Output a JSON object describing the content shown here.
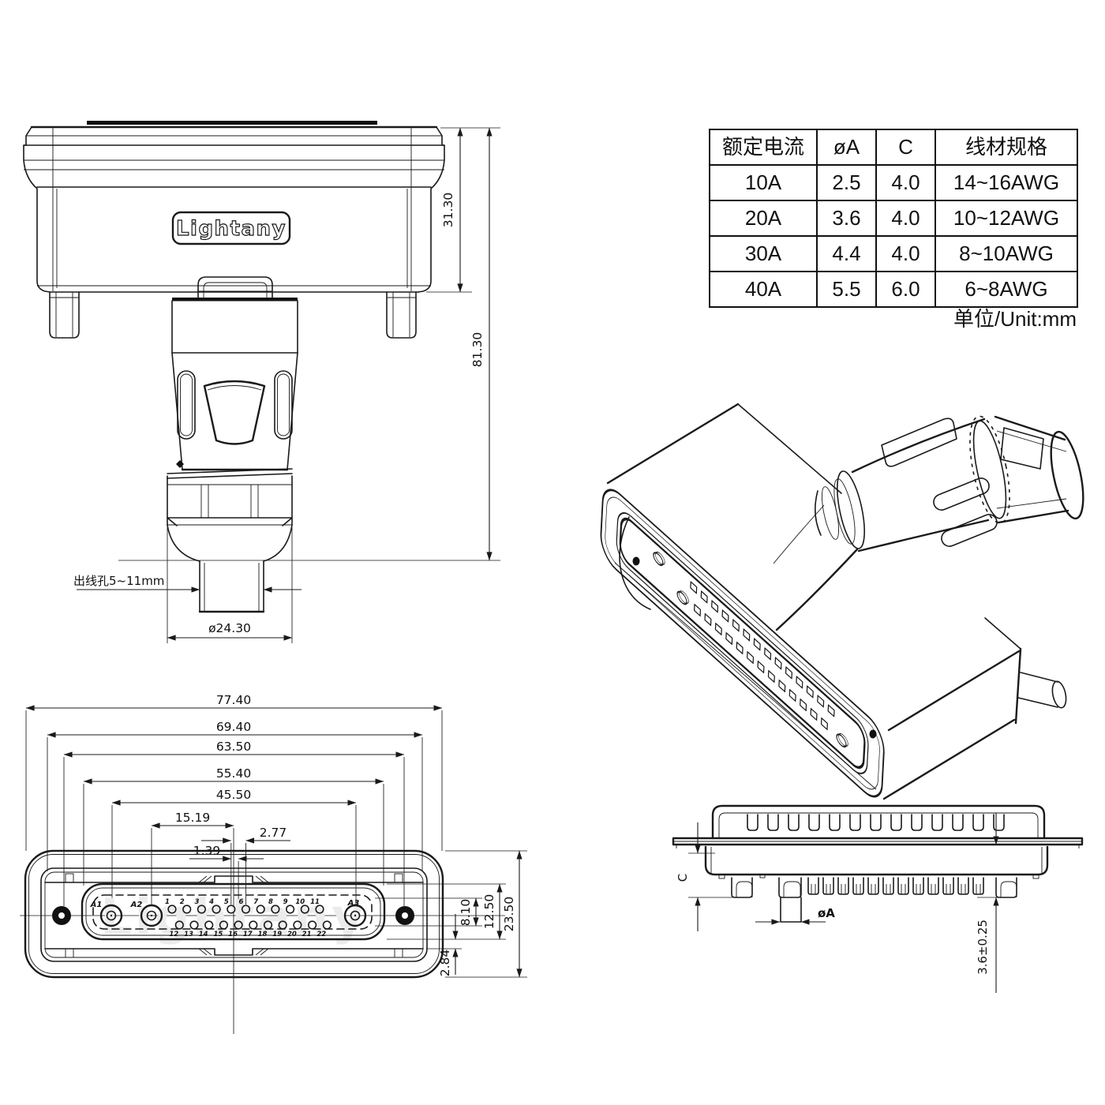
{
  "brand": "Lightany",
  "watermark": "Lightany",
  "spec_table": {
    "headers": [
      "额定电流",
      "øA",
      "C",
      "线材规格"
    ],
    "rows": [
      [
        "10A",
        "2.5",
        "4.0",
        "14~16AWG"
      ],
      [
        "20A",
        "3.6",
        "4.0",
        "10~12AWG"
      ],
      [
        "30A",
        "4.4",
        "4.0",
        "8~10AWG"
      ],
      [
        "40A",
        "5.5",
        "6.0",
        "6~8AWG"
      ]
    ],
    "unit_note": "单位/Unit:mm"
  },
  "front_view": {
    "logo": "Lightany",
    "dim_hood_height": "31.30",
    "dim_total_height": "81.30",
    "cable_hole_label": "出线孔5~11mm",
    "dim_gland_diameter": "ø24.30"
  },
  "face_view": {
    "width_dims": [
      "77.40",
      "69.40",
      "63.50",
      "55.40",
      "45.50",
      "15.19",
      "2.77",
      "1.39"
    ],
    "height_dims": [
      "8.10",
      "12.50",
      "23.50",
      "2.84"
    ],
    "contact_labels": [
      "A1",
      "A2",
      "A3"
    ],
    "top_pins": [
      "1",
      "2",
      "3",
      "4",
      "5",
      "6",
      "7",
      "8",
      "9",
      "10",
      "11"
    ],
    "bottom_pins": [
      "12",
      "13",
      "14",
      "15",
      "16",
      "17",
      "18",
      "19",
      "20",
      "21",
      "22"
    ]
  },
  "side_view": {
    "dim_c": "C",
    "dim_dia": "øA",
    "dim_depth": "3.6±0.25"
  }
}
